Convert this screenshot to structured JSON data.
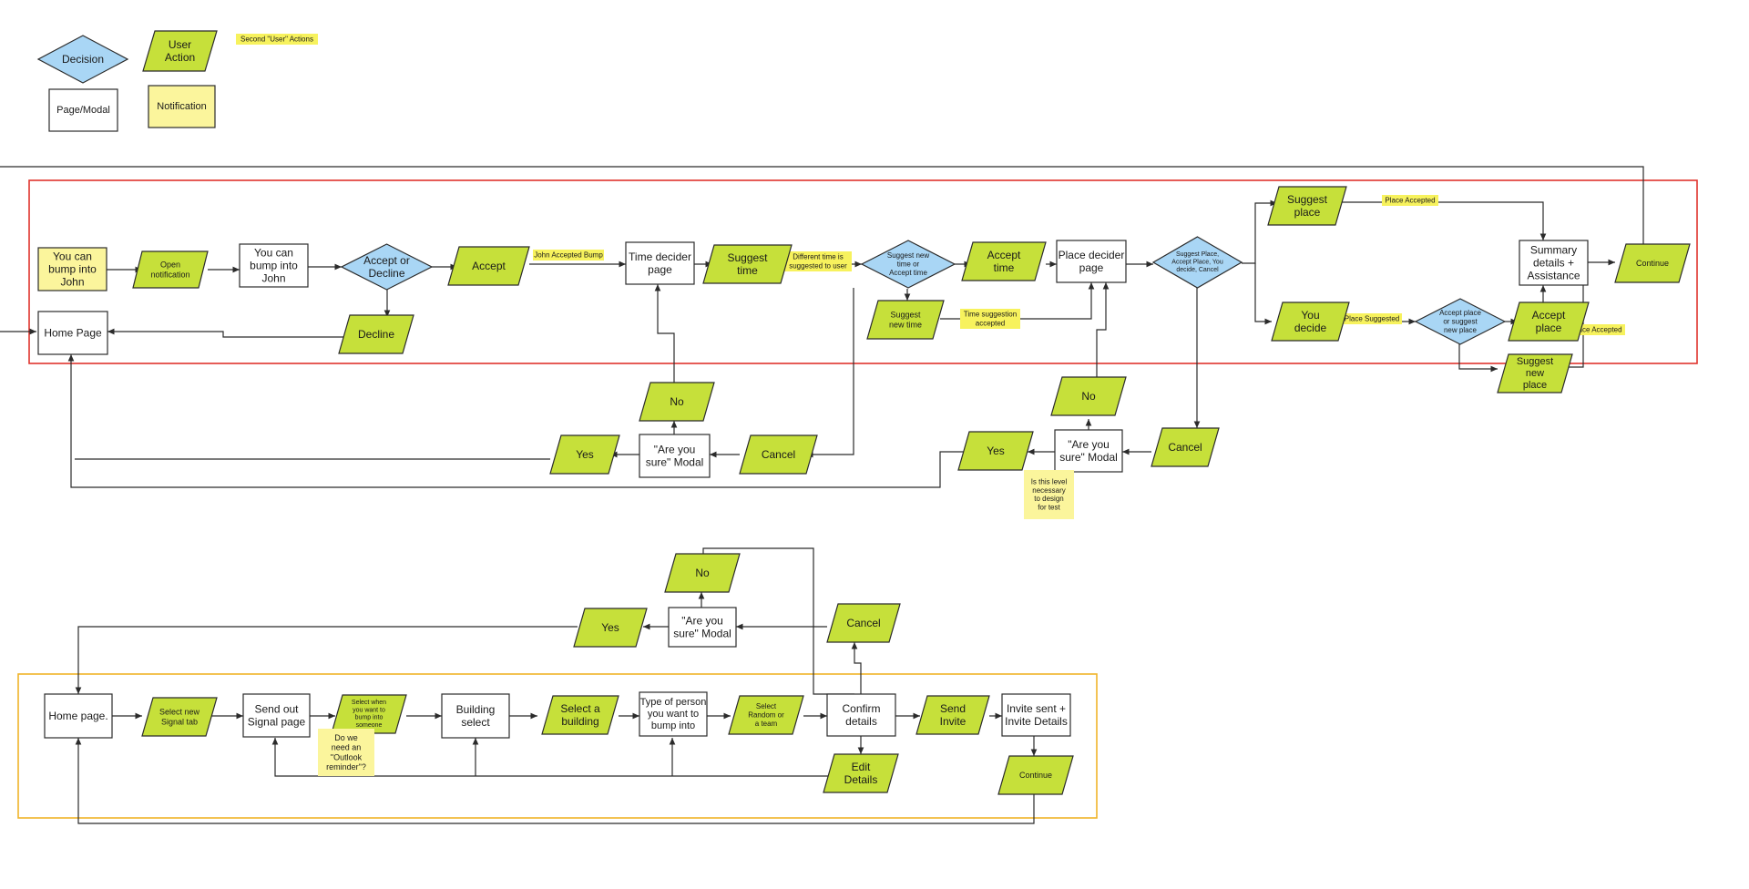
{
  "legend": {
    "decision": "Decision",
    "user_action": [
      "User",
      "Action"
    ],
    "page_modal": "Page/Modal",
    "notification": "Notification",
    "second_user_actions": "Second \"User\" Actions"
  },
  "flow1": {
    "notif_bump": [
      "You can",
      "bump into",
      "John"
    ],
    "open_notification": [
      "Open",
      "notification"
    ],
    "page_bump": [
      "You can",
      "bump into",
      "John"
    ],
    "dec_accept_decline": [
      "Accept or",
      "Decline"
    ],
    "act_accept": [
      "Accept"
    ],
    "lbl_john_accepted": "John Accepted Bump",
    "page_time_decider": [
      "Time decider",
      "page"
    ],
    "act_suggest_time": [
      "Suggest",
      "time"
    ],
    "lbl_diff_time": [
      "Different time is",
      "suggested to user"
    ],
    "dec_suggest_new_time": [
      "Suggest new",
      "time or",
      "Accept time"
    ],
    "act_accept_time": [
      "Accept",
      "time"
    ],
    "act_suggest_new_time": [
      "Suggest",
      "new time"
    ],
    "lbl_time_accepted": [
      "Time suggestion",
      "accepted"
    ],
    "page_place_decider": [
      "Place decider",
      "page"
    ],
    "dec_suggest_place": [
      "Suggest Place,",
      "Accept Place, You",
      "decide, Cancel"
    ],
    "act_suggest_place": [
      "Suggest",
      "place"
    ],
    "lbl_place_accepted_top": "Place Accepted",
    "page_summary": [
      "Summary",
      "details +",
      "Assistance"
    ],
    "act_continue_top": [
      "Continue"
    ],
    "act_you_decide": [
      "You",
      "decide"
    ],
    "lbl_place_suggested": "Place Suggested",
    "dec_accept_place": [
      "Accept place",
      "or suggest",
      "new place"
    ],
    "act_accept_place": [
      "Accept",
      "place"
    ],
    "act_suggest_new_place": [
      "Suggest",
      "new",
      "place"
    ],
    "lbl_place_accepted_right": "Place Accepted",
    "page_home": [
      "Home Page"
    ],
    "act_decline": [
      "Decline"
    ],
    "act_no_1": [
      "No"
    ],
    "modal_sure_1": [
      "\"Are you",
      "sure\" Modal"
    ],
    "act_cancel_1": [
      "Cancel"
    ],
    "act_yes_1": [
      "Yes"
    ],
    "act_no_2": [
      "No"
    ],
    "modal_sure_2": [
      "\"Are you",
      "sure\" Modal"
    ],
    "act_cancel_2": [
      "Cancel"
    ],
    "act_yes_2": [
      "Yes"
    ],
    "sticky_level": [
      "Is this level",
      "necessary",
      "to design",
      "for test"
    ]
  },
  "flow2": {
    "page_home": [
      "Home page."
    ],
    "act_select_signal": [
      "Select new",
      "Signal tab"
    ],
    "page_send_signal": [
      "Send out",
      "Signal page"
    ],
    "act_select_when": [
      "Select when",
      "you want to",
      "bump into",
      "someone"
    ],
    "sticky_outlook": [
      "Do we",
      "need an",
      "\"Outlook",
      "reminder\"?"
    ],
    "page_building_select": [
      "Building",
      "select"
    ],
    "act_select_building": [
      "Select a",
      "building"
    ],
    "page_type_person": [
      "Type of person",
      "you want to",
      "bump into"
    ],
    "act_select_random": [
      "Select",
      "Random or",
      "a team"
    ],
    "page_confirm": [
      "Confirm",
      "details"
    ],
    "act_send_invite": [
      "Send",
      "Invite"
    ],
    "page_invite_sent": [
      "Invite sent +",
      "Invite Details"
    ],
    "act_continue": [
      "Continue"
    ],
    "act_edit_details": [
      "Edit",
      "Details"
    ],
    "act_cancel": [
      "Cancel"
    ],
    "modal_sure": [
      "\"Are you",
      "sure\" Modal"
    ],
    "act_yes": [
      "Yes"
    ],
    "act_no": [
      "No"
    ]
  }
}
